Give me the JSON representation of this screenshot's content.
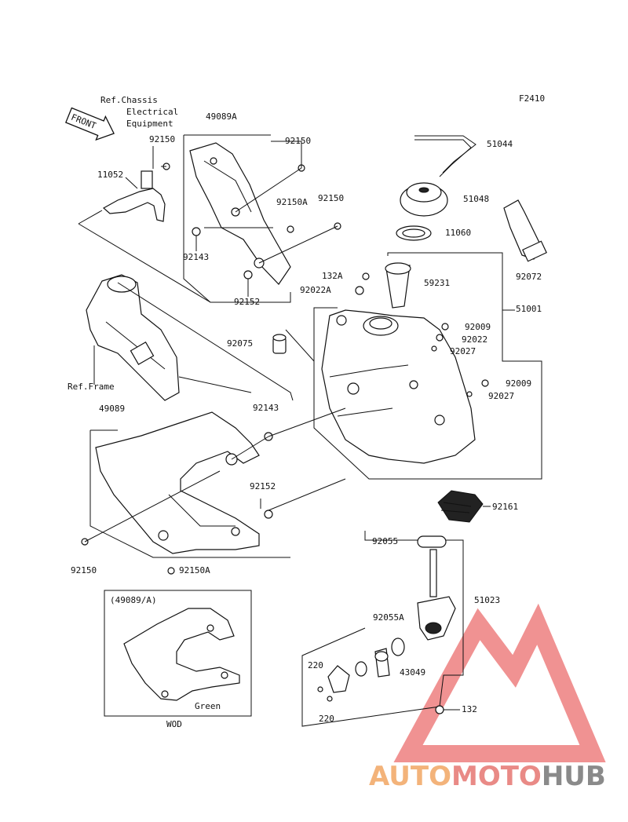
{
  "diagram": {
    "code": "F2410",
    "front_label": "FRONT",
    "refs": {
      "chassis_line1": "Ref.Chassis",
      "chassis_line2": "Electrical",
      "chassis_line3": "Equipment",
      "frame": "Ref.Frame"
    },
    "inset": {
      "title": "(49089/A)",
      "note": "Green",
      "footer": "WOD"
    },
    "parts": {
      "p49089A": "49089A",
      "p92150_a": "92150",
      "p92150_b": "92150",
      "p92150_c": "92150",
      "p92150_d": "92150",
      "p11052": "11052",
      "p92150A_a": "92150A",
      "p92150A_b": "92150A",
      "p92143_a": "92143",
      "p92143_b": "92143",
      "p92152_a": "92152",
      "p92152_b": "92152",
      "p51044": "51044",
      "p51048": "51048",
      "p11060": "11060",
      "p92072": "92072",
      "p132A": "132A",
      "p92022A": "92022A",
      "p59231": "59231",
      "p51001": "51001",
      "p92009_a": "92009",
      "p92009_b": "92009",
      "p92022": "92022",
      "p92027_a": "92027",
      "p92027_b": "92027",
      "p92075": "92075",
      "p49089": "49089",
      "p92161": "92161",
      "p92055": "92055",
      "p92055A": "92055A",
      "p51023": "51023",
      "p43049": "43049",
      "p220_a": "220",
      "p220_b": "220",
      "p132": "132"
    }
  },
  "watermark": {
    "part1": "AUTO",
    "part2": "MOTO",
    "part3": "HUB",
    "color_auto": "#f3b37a",
    "color_moto": "#e98a86",
    "color_hub": "#8a8a8a",
    "color_triangle": "#ee7f7f"
  }
}
